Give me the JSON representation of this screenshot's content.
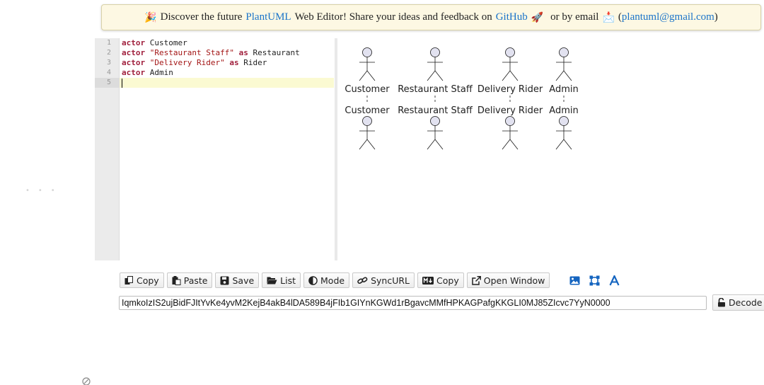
{
  "banner": {
    "emoji_start": "🎉",
    "text1": "Discover the future",
    "link1": "PlantUML",
    "text2": "Web Editor! Share your ideas and feedback on",
    "link2": "GitHub",
    "emoji_mid": "🚀",
    "text3": "or by email",
    "emoji_mail": "📩",
    "paren_open": "(",
    "email": "plantuml@gmail.com",
    "paren_close": ")"
  },
  "editor": {
    "line_numbers": [
      "1",
      "2",
      "3",
      "4",
      "5"
    ],
    "lines": [
      {
        "kw": "actor",
        "rest": " Customer"
      },
      {
        "kw": "actor",
        "str": " \"Restaurant Staff\"",
        "kw2": " as",
        "rest": " Restaurant"
      },
      {
        "kw": "actor",
        "str": " \"Delivery Rider\"",
        "kw2": " as",
        "rest": " Rider"
      },
      {
        "kw": "actor",
        "rest": " Admin"
      }
    ]
  },
  "diagram": {
    "actors": [
      "Customer",
      "Restaurant Staff",
      "Delivery Rider",
      "Admin"
    ],
    "colors": {
      "fill": "#e2e2f0",
      "stroke": "#181818",
      "lifeline": "#181818"
    }
  },
  "toolbar": {
    "copy_label": "Copy",
    "paste_label": "Paste",
    "save_label": "Save",
    "list_label": "List",
    "mode_label": "Mode",
    "syncurl_label": "SyncURL",
    "copy_md_label": "Copy",
    "open_window_label": "Open Window"
  },
  "encoded": {
    "value": "IqmkoIzIS2ujBidFJItYvKe4yvM2KejB4akB4lDA589B4jFIb1GIYnKGWd1rBgavcMMfHPKAGPafgKKGLI0MJ85ZIcvc7YyN0000",
    "decode_label": "Decode"
  },
  "colors": {
    "link": "#1a73c9",
    "icon_blue": "#1565c0",
    "banner_bg": "#fdf8e3"
  }
}
